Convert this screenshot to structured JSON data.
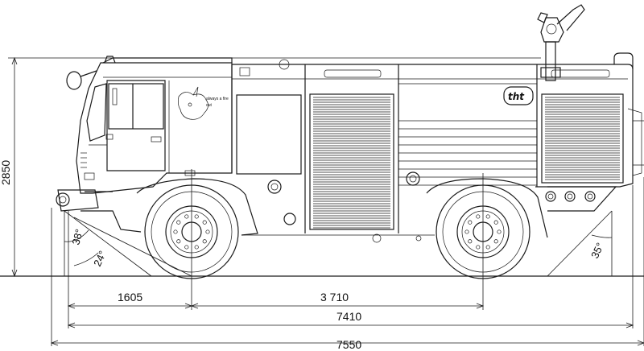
{
  "dimensions": {
    "height": "2850",
    "front_to_axle": "1605",
    "wheelbase": "3 710",
    "wheel_span": "7410",
    "overall_length": "7550"
  },
  "angles": {
    "approach_outer": "38°",
    "approach_inner": "24°",
    "departure": "35°"
  },
  "decals": {
    "brand_logo": "tht",
    "slogan_line1": "always a fire",
    "slogan_line2": "out"
  }
}
